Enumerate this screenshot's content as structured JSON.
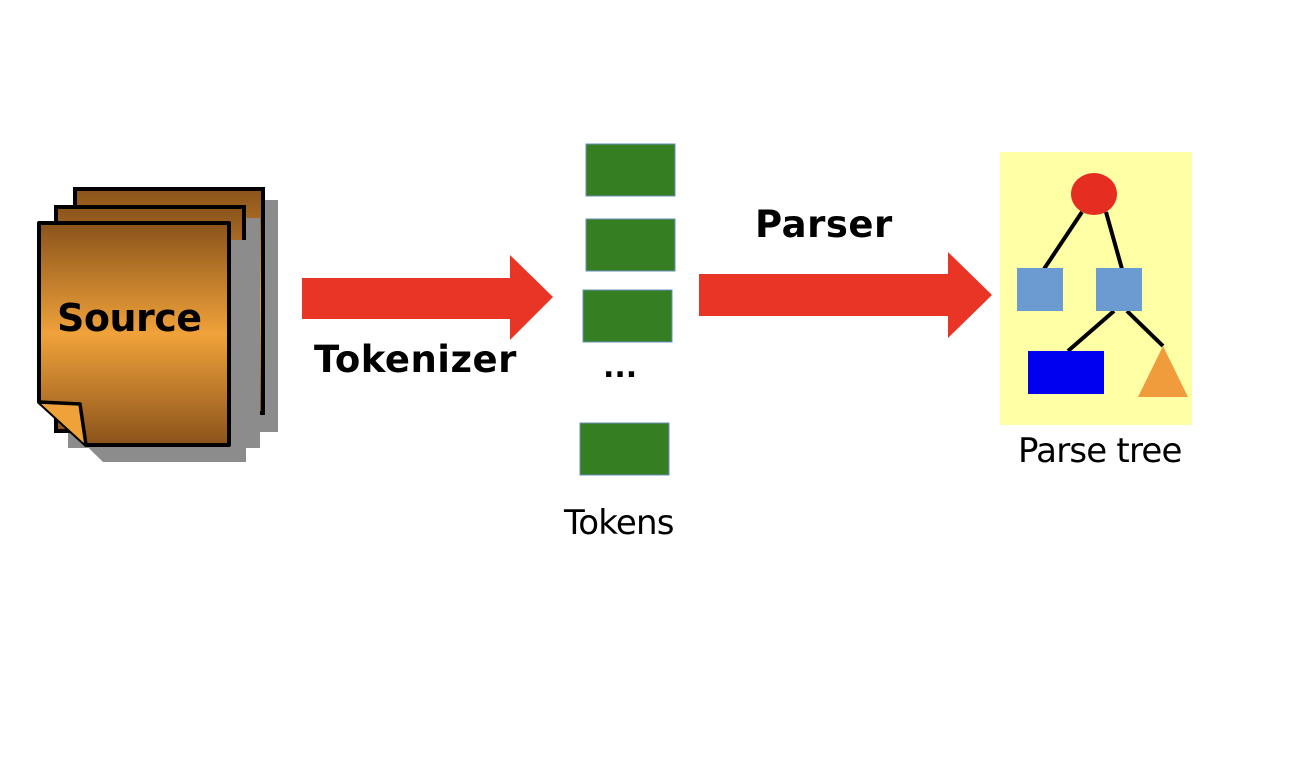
{
  "source": {
    "label": "Source"
  },
  "tokenizer": {
    "label": "Tokenizer"
  },
  "tokens": {
    "ellipsis": "...",
    "label": "Tokens"
  },
  "parser": {
    "label": "Parser"
  },
  "parse_tree": {
    "label": "Parse tree"
  },
  "colors": {
    "arrow": "#e83525",
    "token": "#367e22",
    "document_light": "#f0a23a",
    "document_dark": "#8a531b",
    "tree_background": "#ffffa6",
    "root_node": "#e52d22",
    "inner_node": "#6b9bd0",
    "leaf_rect": "#0000f0",
    "leaf_triangle": "#f09c3c"
  }
}
